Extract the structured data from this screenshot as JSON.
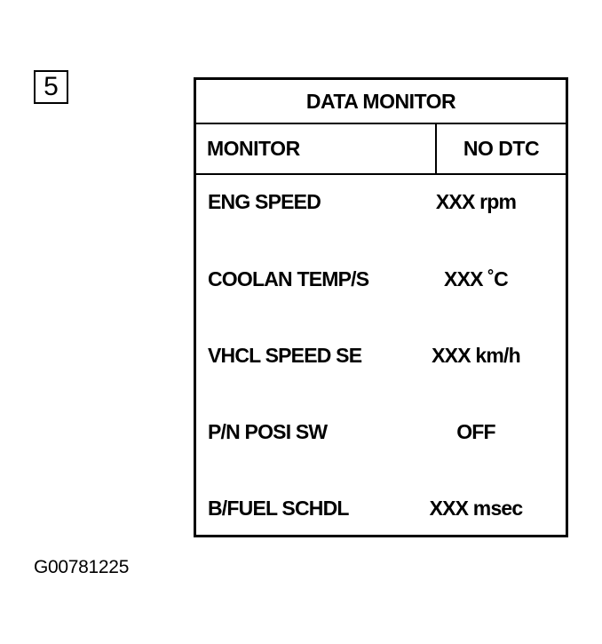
{
  "step_number": "5",
  "monitor_screen": {
    "title": "DATA MONITOR",
    "header": {
      "left": "MONITOR",
      "right": "NO DTC"
    },
    "items": [
      {
        "label": "ENG SPEED",
        "value": "XXX rpm"
      },
      {
        "label": "COOLAN TEMP/S",
        "value": "XXX ˚C"
      },
      {
        "label": "VHCL SPEED SE",
        "value": "XXX km/h"
      },
      {
        "label": "P/N POSI SW",
        "value": "OFF"
      },
      {
        "label": "B/FUEL SCHDL",
        "value": "XXX msec"
      }
    ]
  },
  "figure_id": "G00781225"
}
